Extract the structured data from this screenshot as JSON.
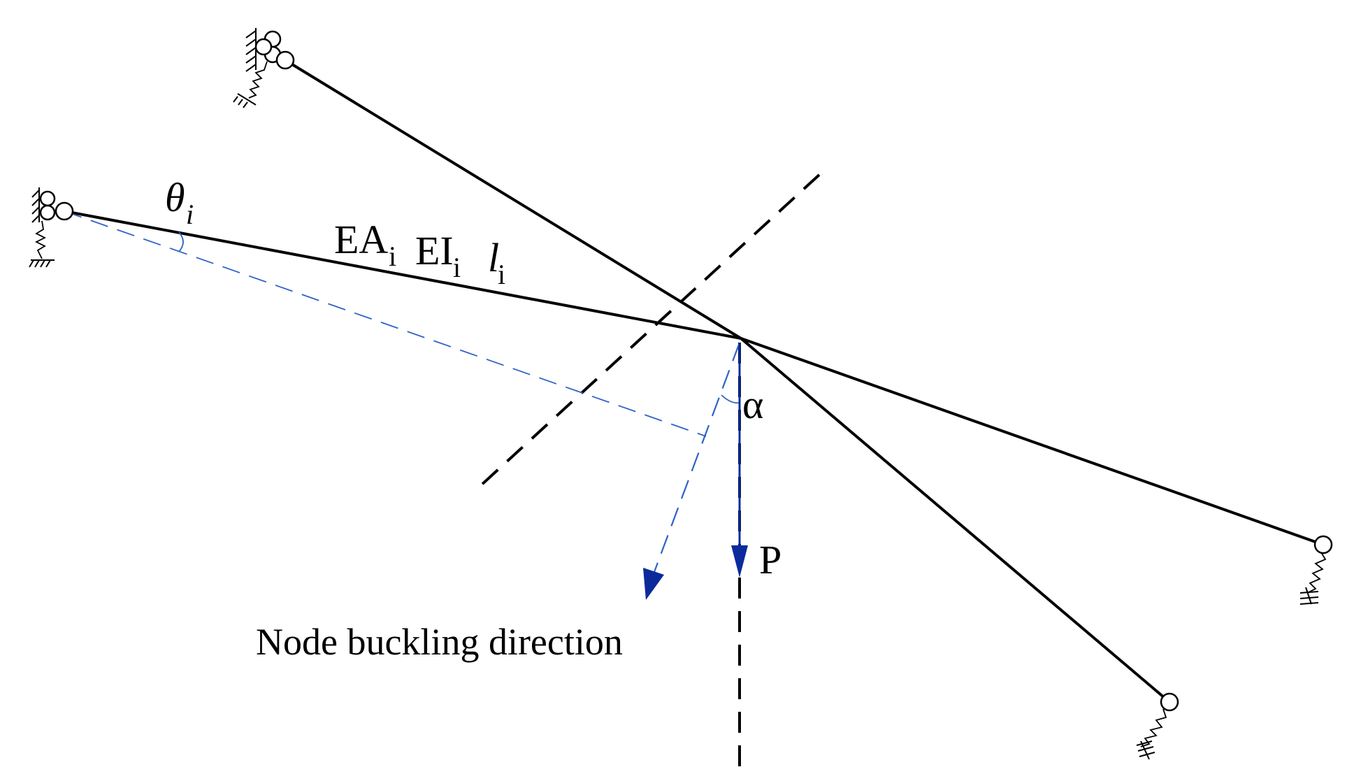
{
  "labels": {
    "theta": "θ",
    "theta_sub": "i",
    "ea": "EA",
    "ea_sub": "i",
    "ei": "EI",
    "ei_sub": "i",
    "l": "l",
    "l_sub": "i",
    "alpha": "α",
    "load": "P",
    "buckling_direction": "Node buckling direction"
  },
  "colors": {
    "member": "#000000",
    "buckling_direction": "#2f62c8",
    "load_arrow": "#0b2a9c"
  },
  "icons": [
    "pin-support-icon",
    "spring-support-icon",
    "ground-hatch-icon",
    "arrowhead-icon"
  ]
}
